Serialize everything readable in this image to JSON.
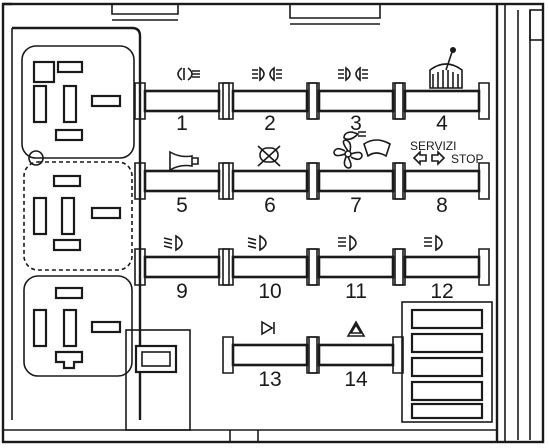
{
  "fuses": [
    {
      "number": "1",
      "icon": "rear-fog-lamp-icon"
    },
    {
      "number": "2",
      "icon": "side-lights-icon"
    },
    {
      "number": "3",
      "icon": "parking-lights-icon"
    },
    {
      "number": "4",
      "icon": "windscreen-wiper-icon"
    },
    {
      "number": "5",
      "icon": "horn-icon"
    },
    {
      "number": "6",
      "icon": "heated-rear-window-icon"
    },
    {
      "number": "7",
      "icon": "fan-and-wiper-icon"
    },
    {
      "number": "8",
      "icon": "services-stop-icon"
    },
    {
      "number": "9",
      "icon": "low-beam-icon"
    },
    {
      "number": "10",
      "icon": "low-beam-icon"
    },
    {
      "number": "11",
      "icon": "high-beam-icon"
    },
    {
      "number": "12",
      "icon": "high-beam-icon"
    },
    {
      "number": "13",
      "icon": "diode-icon"
    },
    {
      "number": "14",
      "icon": "hazard-warning-icon"
    }
  ],
  "servizi_label": "SERVIZI",
  "stop_label": "STOP"
}
